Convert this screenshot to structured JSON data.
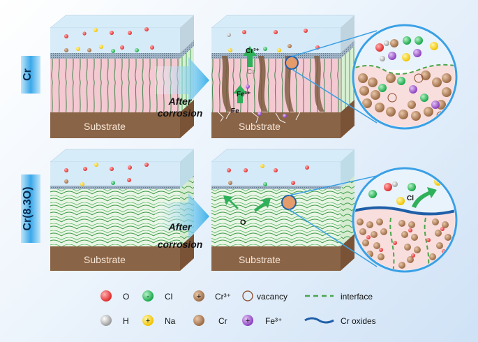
{
  "rows": [
    {
      "label": "Cr",
      "arrow_text": [
        "After",
        "corrosion"
      ],
      "left_substrate": "Substrate",
      "right_substrate": "Substrate",
      "annotations": {
        "cr3": "Cr³⁺",
        "cr": "Cr",
        "fe3": "Fe³⁺",
        "fe": "Fe"
      }
    },
    {
      "label": "Cr(8.3O)",
      "arrow_text": [
        "After",
        "corrosion"
      ],
      "left_substrate": "Substrate",
      "right_substrate": "Substrate",
      "annotations": {
        "o": "O",
        "cl": "Cl"
      }
    }
  ],
  "legend": {
    "row1": [
      {
        "icon": "red-sphere",
        "text": "O"
      },
      {
        "icon": "green-minus-sphere",
        "text": "Cl"
      },
      {
        "icon": "brown-plus-sphere",
        "text": "Cr³⁺"
      },
      {
        "icon": "open-circle",
        "text": "vacancy"
      },
      {
        "icon": "green-dashed-line",
        "text": "interface"
      }
    ],
    "row2": [
      {
        "icon": "grey-sphere",
        "text": "H"
      },
      {
        "icon": "yellow-plus-sphere",
        "text": "Na"
      },
      {
        "icon": "brown-sphere",
        "text": "Cr"
      },
      {
        "icon": "purple-plus-sphere",
        "text": "Fe³⁺"
      },
      {
        "icon": "blue-line",
        "text": "Cr oxides"
      }
    ]
  },
  "colors": {
    "water": "#cfe6f6",
    "substrate": "#8a6446",
    "coating_pink": "#f4c9d2",
    "coating_green": "#bfe3b8",
    "label_bg": "#3aa8e8",
    "arrow": "#4db8ea",
    "cr_oxide": "#1f5fa8",
    "interface": "#4aa64a"
  }
}
